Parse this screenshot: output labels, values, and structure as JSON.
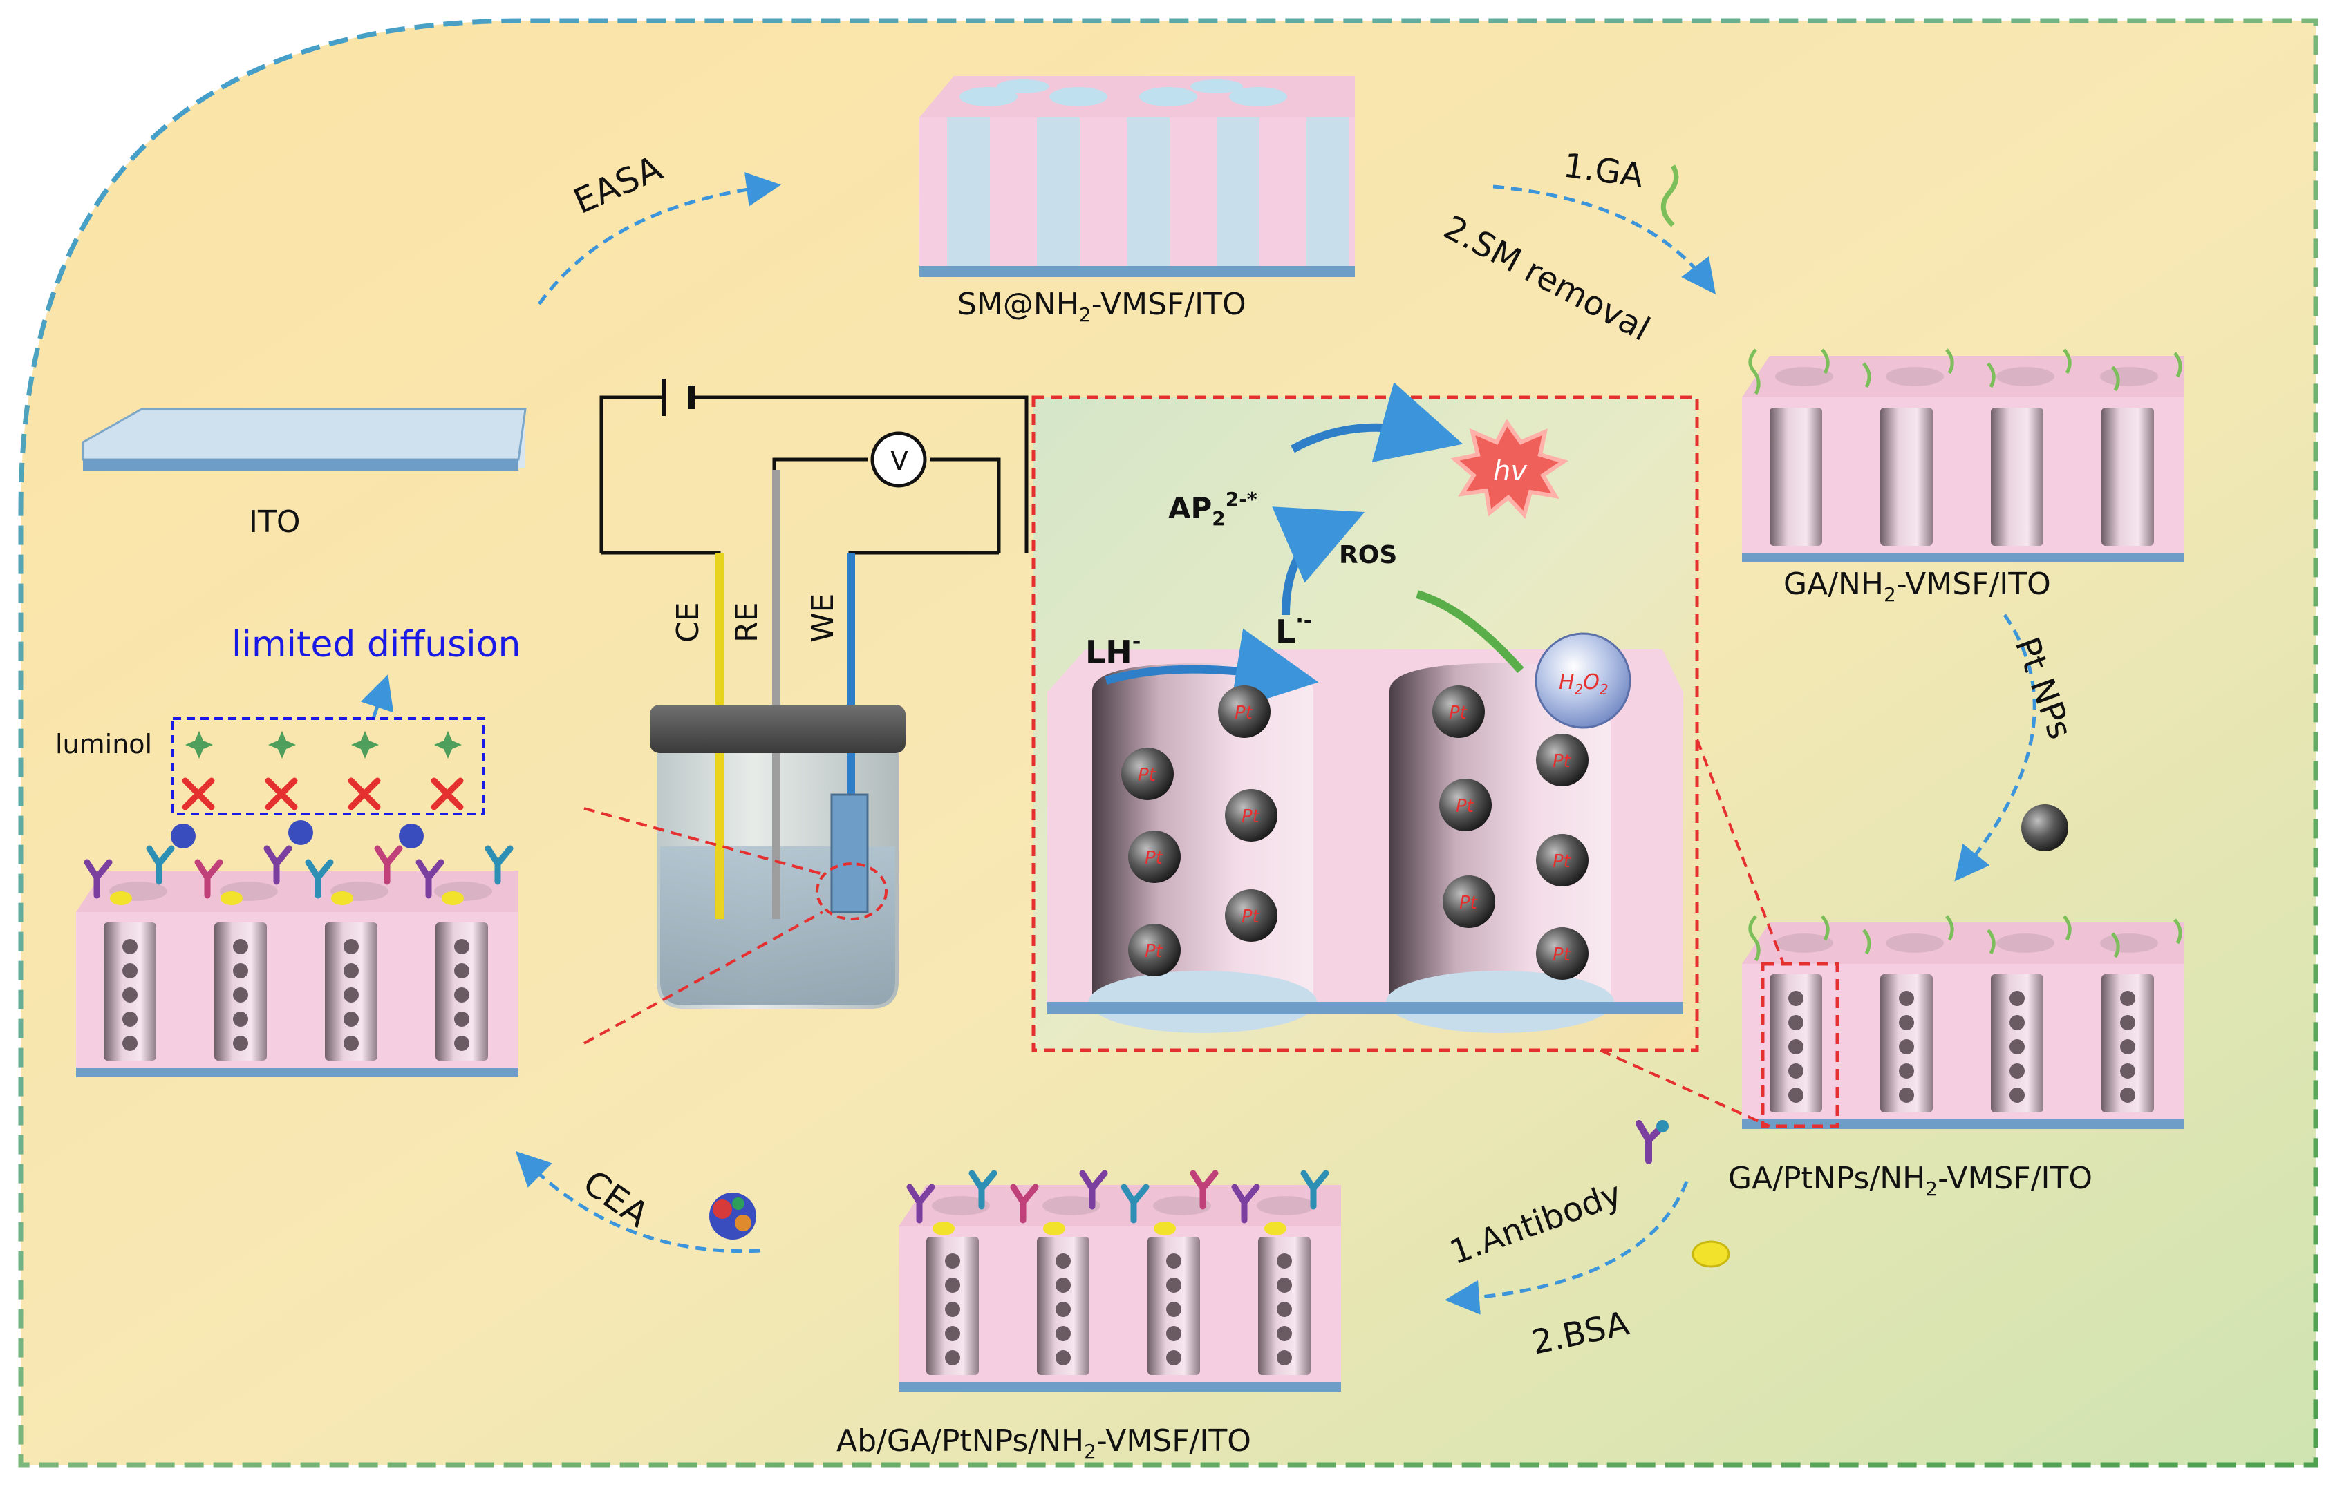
{
  "labels": {
    "ito": "ITO",
    "sm_vmsf_prefix": "SM@NH",
    "sm_vmsf_sub": "2",
    "sm_vmsf_suffix": "-VMSF/ITO",
    "ga_vmsf_prefix": "GA/NH",
    "ga_vmsf_sub": "2",
    "ga_vmsf_suffix": "-VMSF/ITO",
    "ga_pt_prefix": "GA/PtNPs/NH",
    "ga_pt_sub": "2",
    "ga_pt_suffix": "-VMSF/ITO",
    "ab_prefix": "Ab/GA/PtNPs/NH",
    "ab_sub": "2",
    "ab_suffix": "-VMSF/ITO"
  },
  "steps": {
    "easa": "EASA",
    "ga": "1.GA",
    "sm_removal": "2.SM removal",
    "pt_nps": "Pt NPs",
    "antibody": "1.Antibody",
    "bsa": "2.BSA",
    "cea": "CEA"
  },
  "cell": {
    "ce": "CE",
    "re": "RE",
    "we": "WE",
    "voltmeter": "V"
  },
  "mechanism": {
    "lh": "LH",
    "lh_sup": "-",
    "l": "L",
    "l_sup": "·-",
    "ap_base": "AP",
    "ap_sub": "2",
    "ap_sup": "2-*",
    "ros": "ROS",
    "hv": "hv",
    "h2o2_h": "H",
    "h2o2_sub1": "2",
    "h2o2_o": "O",
    "h2o2_sub2": "2",
    "pt": "Pt"
  },
  "diffusion": {
    "limited": "limited diffusion",
    "luminol": "luminol"
  },
  "colors": {
    "bg_yellow": "#FCE8A8",
    "bg_green": "#CFE3B0",
    "border_blue": "#3D9BD5",
    "border_green": "#5BAA57",
    "pink": "#F6CFE0",
    "blue_light": "#C9DDEB",
    "arrow_blue": "#4A9FE0",
    "red_dash": "#E53030",
    "dark_blue_text": "#1A1AE6"
  }
}
